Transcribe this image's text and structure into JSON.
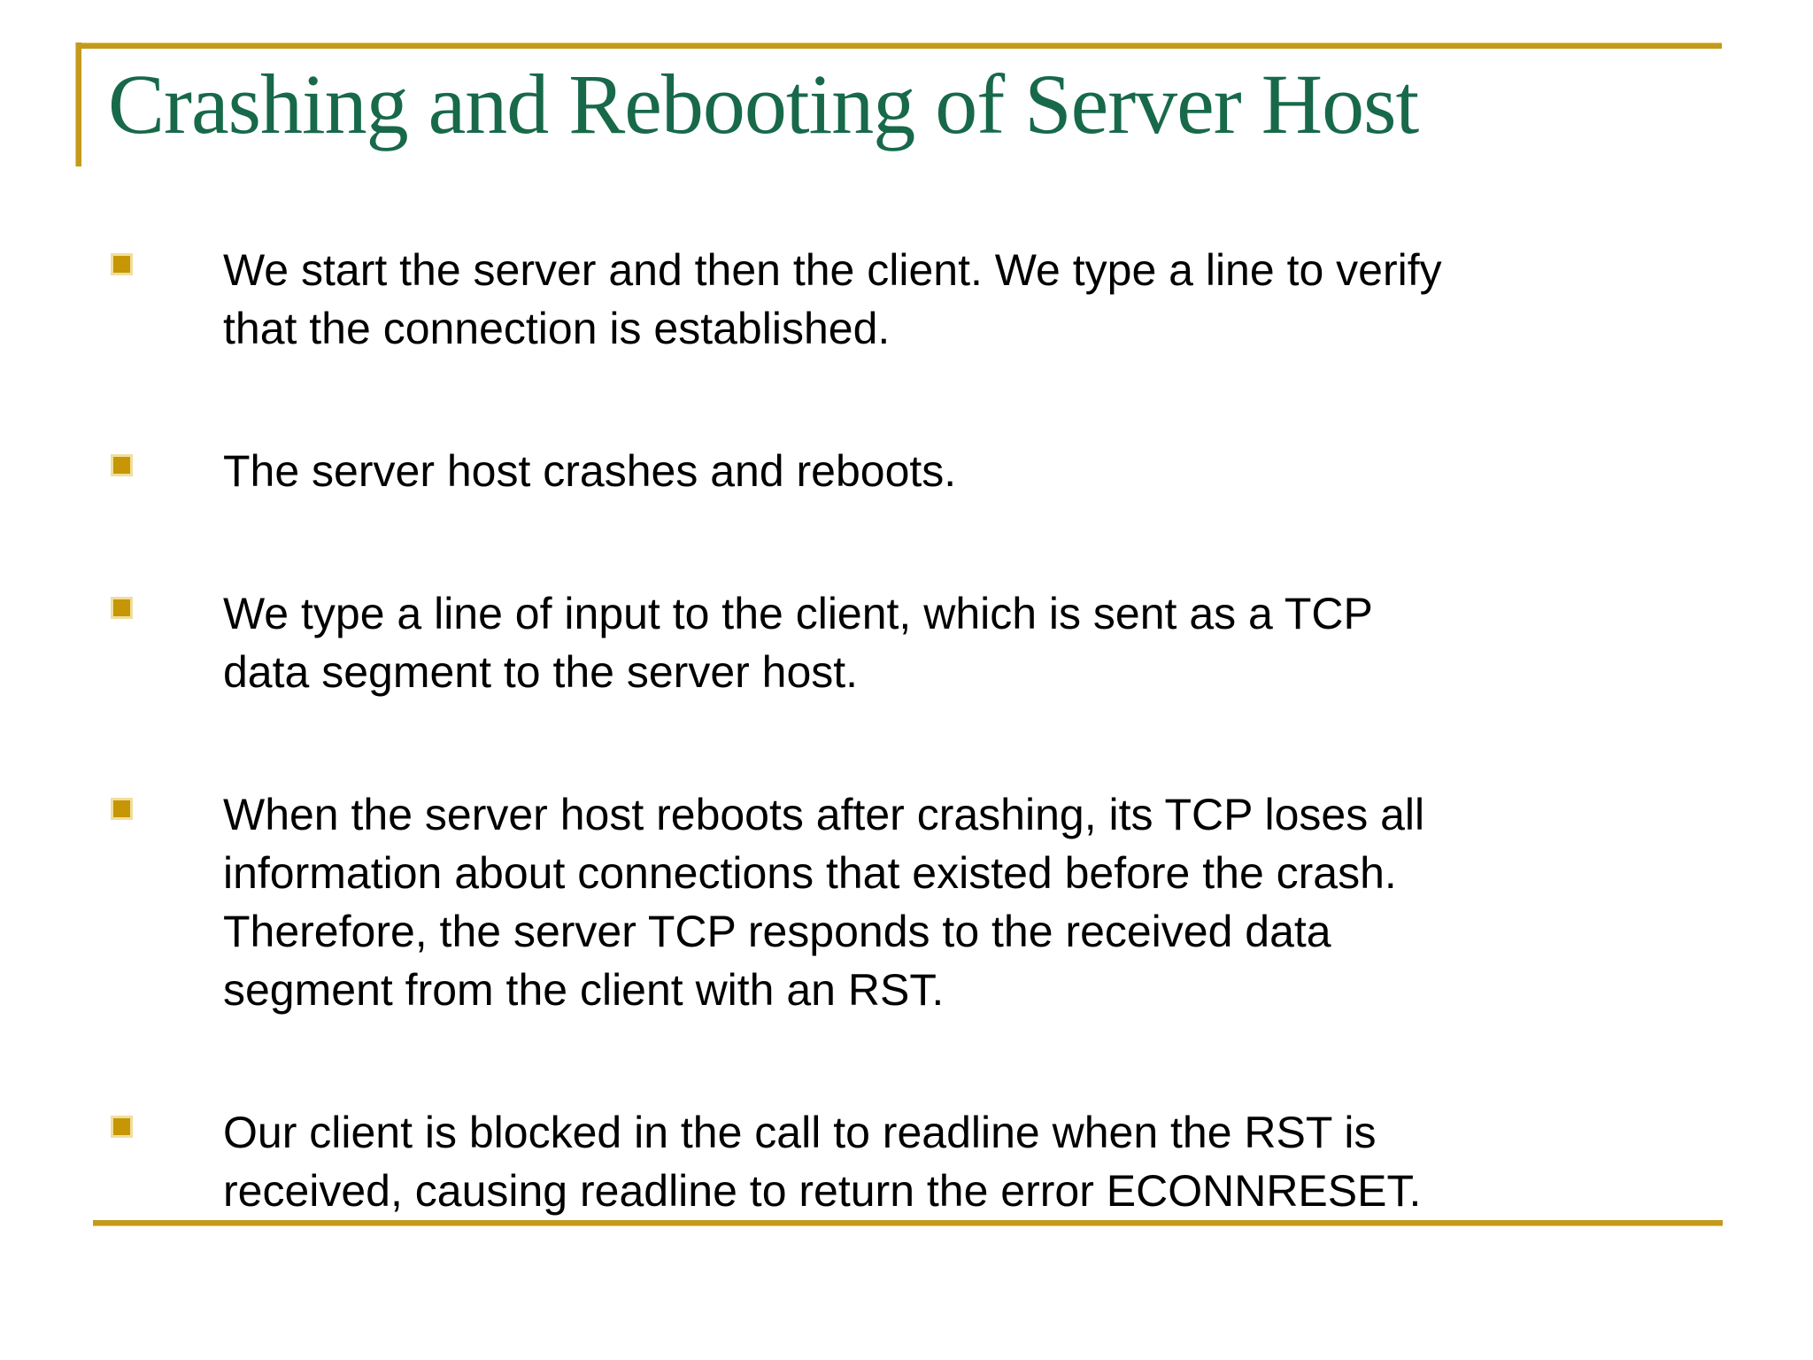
{
  "slide": {
    "title": "Crashing and Rebooting of Server Host",
    "bullets": [
      [
        "We start the server and then the client. We type a line to verify",
        "that the connection is established."
      ],
      [
        "The server host crashes and reboots."
      ],
      [
        "We type a line of input to the client, which is sent as a TCP",
        "data segment to the server host."
      ],
      [
        "When the server host reboots after crashing, its TCP loses all",
        "information about connections that existed before the crash.",
        "Therefore, the server TCP responds to the received data",
        "segment from the client with an RST."
      ],
      [
        "Our client is blocked in the call to readline when the RST is",
        "received, causing readline to return the error ECONNRESET."
      ]
    ],
    "colors": {
      "title_green": "#17694A",
      "accent_gold": "#C49A1C",
      "accent_gold_light": "#E6C96A",
      "bullet_fill": "#C69605",
      "bullet_edge": "#EFDF9E",
      "body_text": "#000000",
      "background": "#FFFFFF"
    }
  }
}
